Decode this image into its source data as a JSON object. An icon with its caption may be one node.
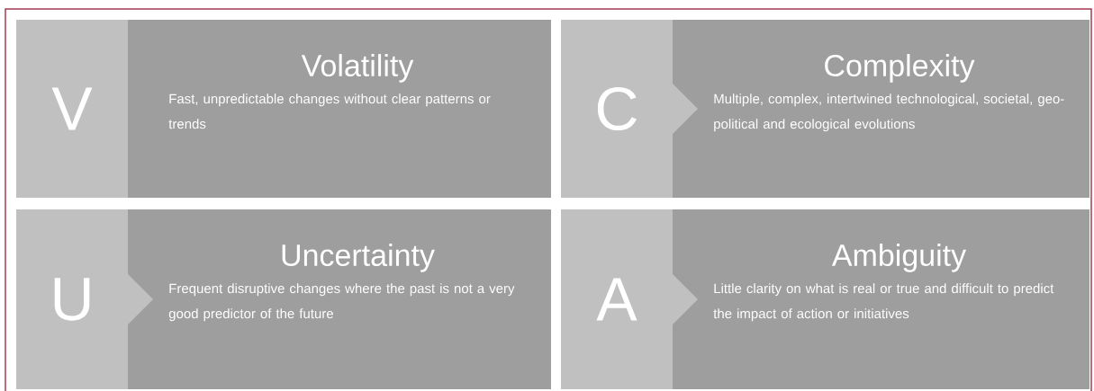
{
  "diagram": {
    "nodes": [
      {
        "text": [
          "V"
        ]
      },
      {
        "text": [
          "Volatility",
          "Fast, unpredictable changes without clear patterns or trends"
        ]
      },
      {
        "text": [
          "C"
        ]
      },
      {
        "text": [
          "Complexity",
          "Multiple, complex, intertwined technological, societal, geo-political and ecological evolutions"
        ]
      },
      {
        "text": [
          "U"
        ]
      },
      {
        "text": [
          "Uncertainty",
          "Frequent disruptive changes where the past is not a very good predictor of the future"
        ]
      },
      {
        "text": [
          "A"
        ]
      },
      {
        "text": [
          "Ambiguity",
          "Little clarity on what is real or true and difficult to predict the impact of action or initiatives"
        ]
      }
    ]
  }
}
